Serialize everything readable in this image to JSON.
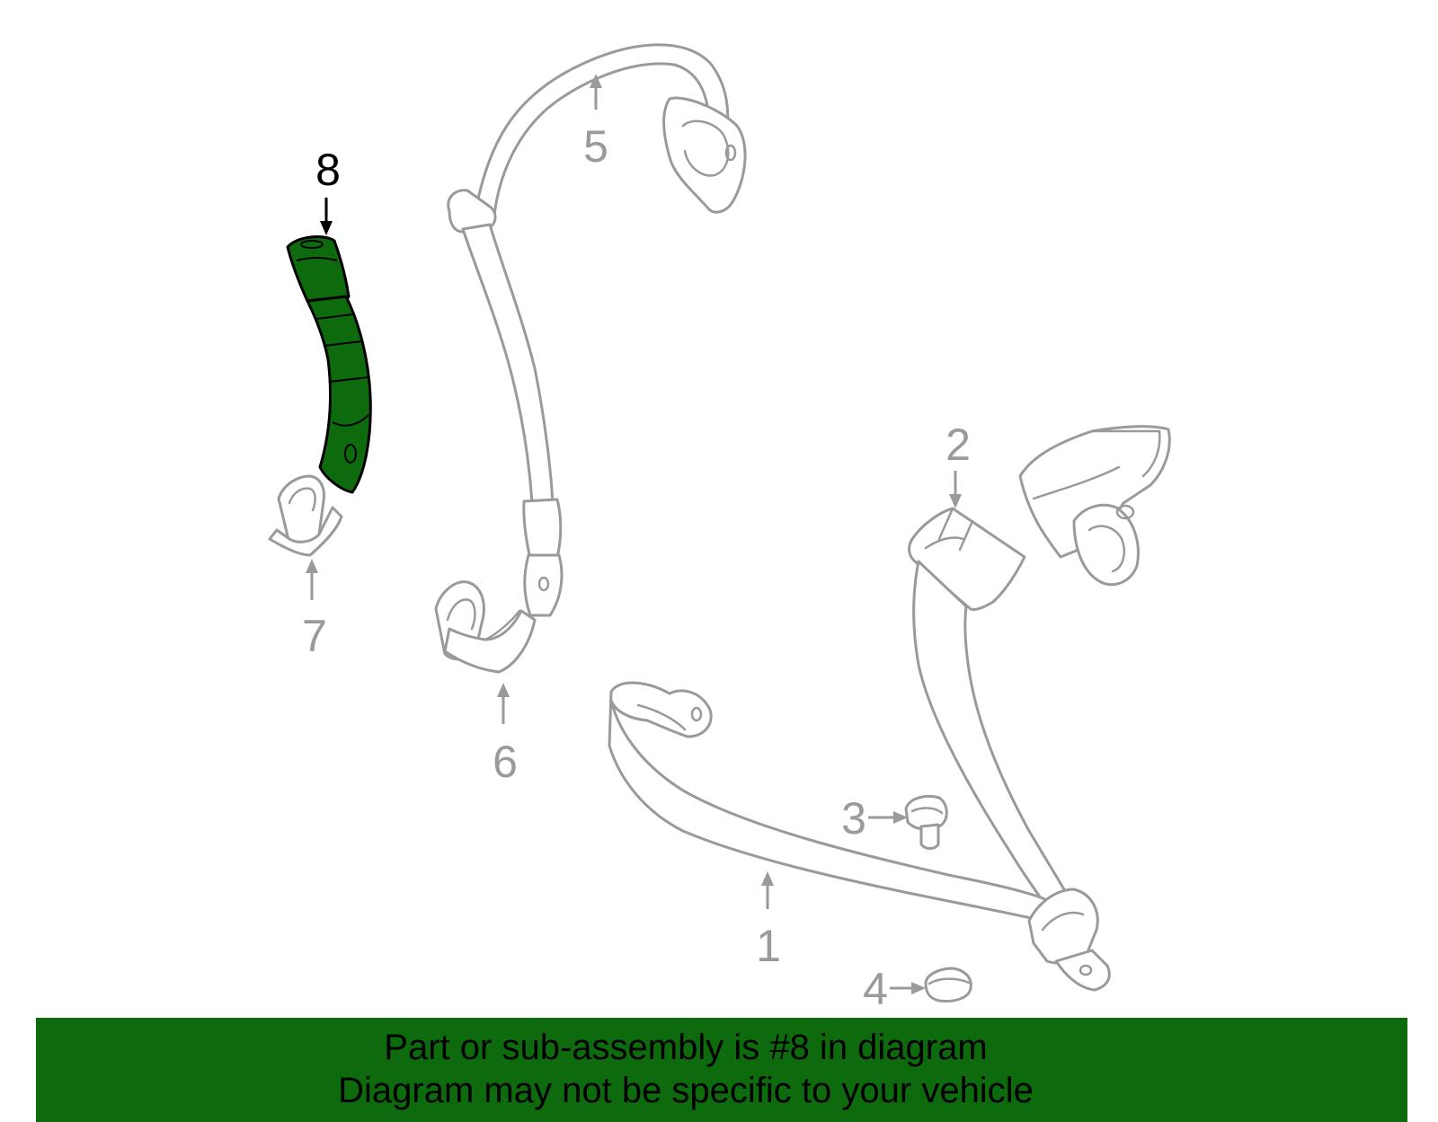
{
  "callouts": {
    "c1": "1",
    "c2": "2",
    "c3": "3",
    "c4": "4",
    "c5": "5",
    "c6": "6",
    "c7": "7",
    "c8": "8"
  },
  "highlighted_part": "8",
  "banner": {
    "line1": "Part or sub-assembly is #8 in diagram",
    "line2": "Diagram may not be specific to your vehicle"
  },
  "colors": {
    "highlight": "#0d6b0d",
    "outline": "#9a9a9a",
    "banner": "#0d6b0d"
  }
}
